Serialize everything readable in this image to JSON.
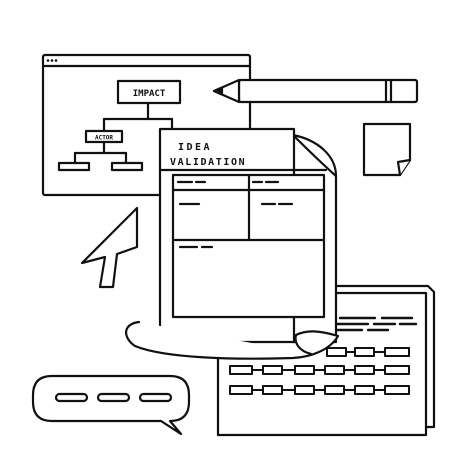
{
  "colors": {
    "ink": "#111111",
    "paper": "#ffffff"
  },
  "mindmap": {
    "root_label": "IMPACT",
    "child_label": "ACTOR"
  },
  "canvas": {
    "title_line1": "IDEA",
    "title_line2": "VALIDATION"
  },
  "icons": [
    "browser-window",
    "pencil-icon",
    "sticky-note-icon",
    "cursor-arrow-icon",
    "chat-bubble-icon",
    "document-stack"
  ]
}
